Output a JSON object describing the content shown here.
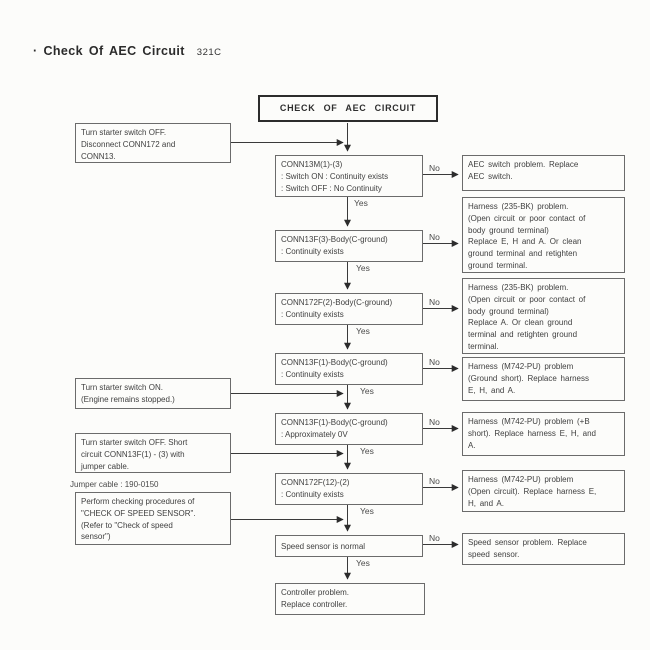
{
  "page": {
    "bullet": "·",
    "title": "Check Of AEC Circuit",
    "code": "321C"
  },
  "labels": {
    "yes": "Yes",
    "no": "No"
  },
  "flow": {
    "start": "CHECK OF AEC CIRCUIT",
    "decisions": [
      {
        "text": "CONN13M(1)-(3)\n: Switch ON : Continuity exists\n: Switch OFF : No Continuity"
      },
      {
        "text": "CONN13F(3)-Body(C-ground)\n: Continuity exists"
      },
      {
        "text": "CONN172F(2)-Body(C-ground)\n: Continuity exists"
      },
      {
        "text": "CONN13F(1)-Body(C-ground)\n: Continuity exists"
      },
      {
        "text": "CONN13F(1)-Body(C-ground)\n: Approximately 0V"
      },
      {
        "text": "CONN172F(12)-(2)\n: Continuity exists"
      },
      {
        "text": "Speed sensor is normal"
      }
    ],
    "results": [
      {
        "text": "AEC switch problem. Replace\nAEC switch."
      },
      {
        "text": "Harness (235-BK) problem.\n(Open circuit or poor contact of\nbody ground terminal)\nReplace E, H and A. Or clean\nground terminal and retighten\nground terminal."
      },
      {
        "text": "Harness (235-BK) problem.\n(Open circuit or poor contact of\nbody ground terminal)\nReplace A. Or clean ground\nterminal and retighten ground\nterminal."
      },
      {
        "text": "Harness (M742-PU) problem\n(Ground short). Replace harness\nE, H, and A."
      },
      {
        "text": "Harness (M742-PU) problem (+B\nshort). Replace harness E, H, and\nA."
      },
      {
        "text": "Harness (M742-PU) problem\n(Open circuit). Replace harness E,\nH, and A."
      },
      {
        "text": "Speed sensor problem. Replace\nspeed sensor."
      }
    ],
    "notes": [
      {
        "text": "Turn starter switch OFF.\nDisconnect CONN172 and\nCONN13."
      },
      {
        "text": "Turn starter switch ON.\n(Engine remains stopped.)"
      },
      {
        "text": "Turn starter switch OFF. Short\ncircuit CONN13F(1) - (3) with\njumper cable."
      },
      {
        "text": "Perform checking procedures of\n\"CHECK OF SPEED SENSOR\".\n(Refer to \"Check of speed\nsensor\")"
      }
    ],
    "caption": "Jumper cable : 190-0150",
    "end": "Controller problem.\nReplace controller."
  }
}
